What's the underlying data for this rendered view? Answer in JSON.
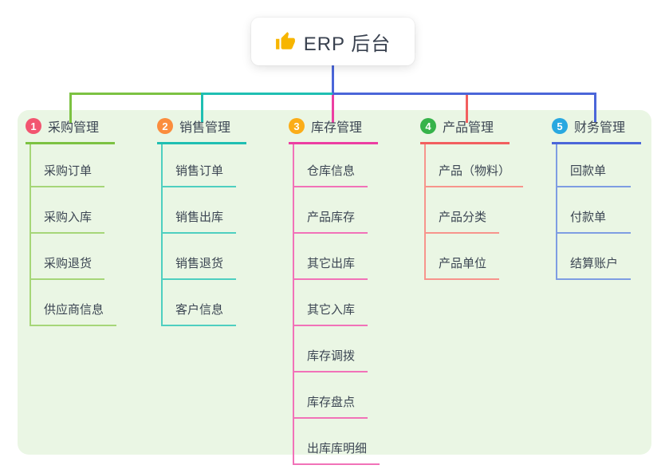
{
  "root": {
    "title": "ERP 后台",
    "icon": "thumbs-up-icon",
    "icon_color": "#f7b500",
    "accent": "#4b66d9"
  },
  "panel": {
    "background": "#eaf6e4"
  },
  "categories": [
    {
      "number": "1",
      "label": "采购管理",
      "badge_color": "#f25570",
      "line_color": "#7cc242",
      "child_line_color": "#a6d678",
      "children": [
        "采购订单",
        "采购入库",
        "采购退货",
        "供应商信息"
      ]
    },
    {
      "number": "2",
      "label": "销售管理",
      "badge_color": "#fb8d3d",
      "line_color": "#1fbfb2",
      "child_line_color": "#4ecfc0",
      "children": [
        "销售订单",
        "销售出库",
        "销售退货",
        "客户信息"
      ]
    },
    {
      "number": "3",
      "label": "库存管理",
      "badge_color": "#fbad18",
      "line_color": "#ec3fa2",
      "child_line_color": "#f172b8",
      "children": [
        "仓库信息",
        "产品库存",
        "其它出库",
        "其它入库",
        "库存调拨",
        "库存盘点",
        "出库库明细"
      ]
    },
    {
      "number": "4",
      "label": "产品管理",
      "badge_color": "#36b34a",
      "line_color": "#f25f5f",
      "child_line_color": "#f7948c",
      "children": [
        "产品（物料）",
        "产品分类",
        "产品单位"
      ]
    },
    {
      "number": "5",
      "label": "财务管理",
      "badge_color": "#29a8e0",
      "line_color": "#4b66d9",
      "child_line_color": "#7e9de2",
      "children": [
        "回款单",
        "付款单",
        "结算账户"
      ]
    }
  ]
}
